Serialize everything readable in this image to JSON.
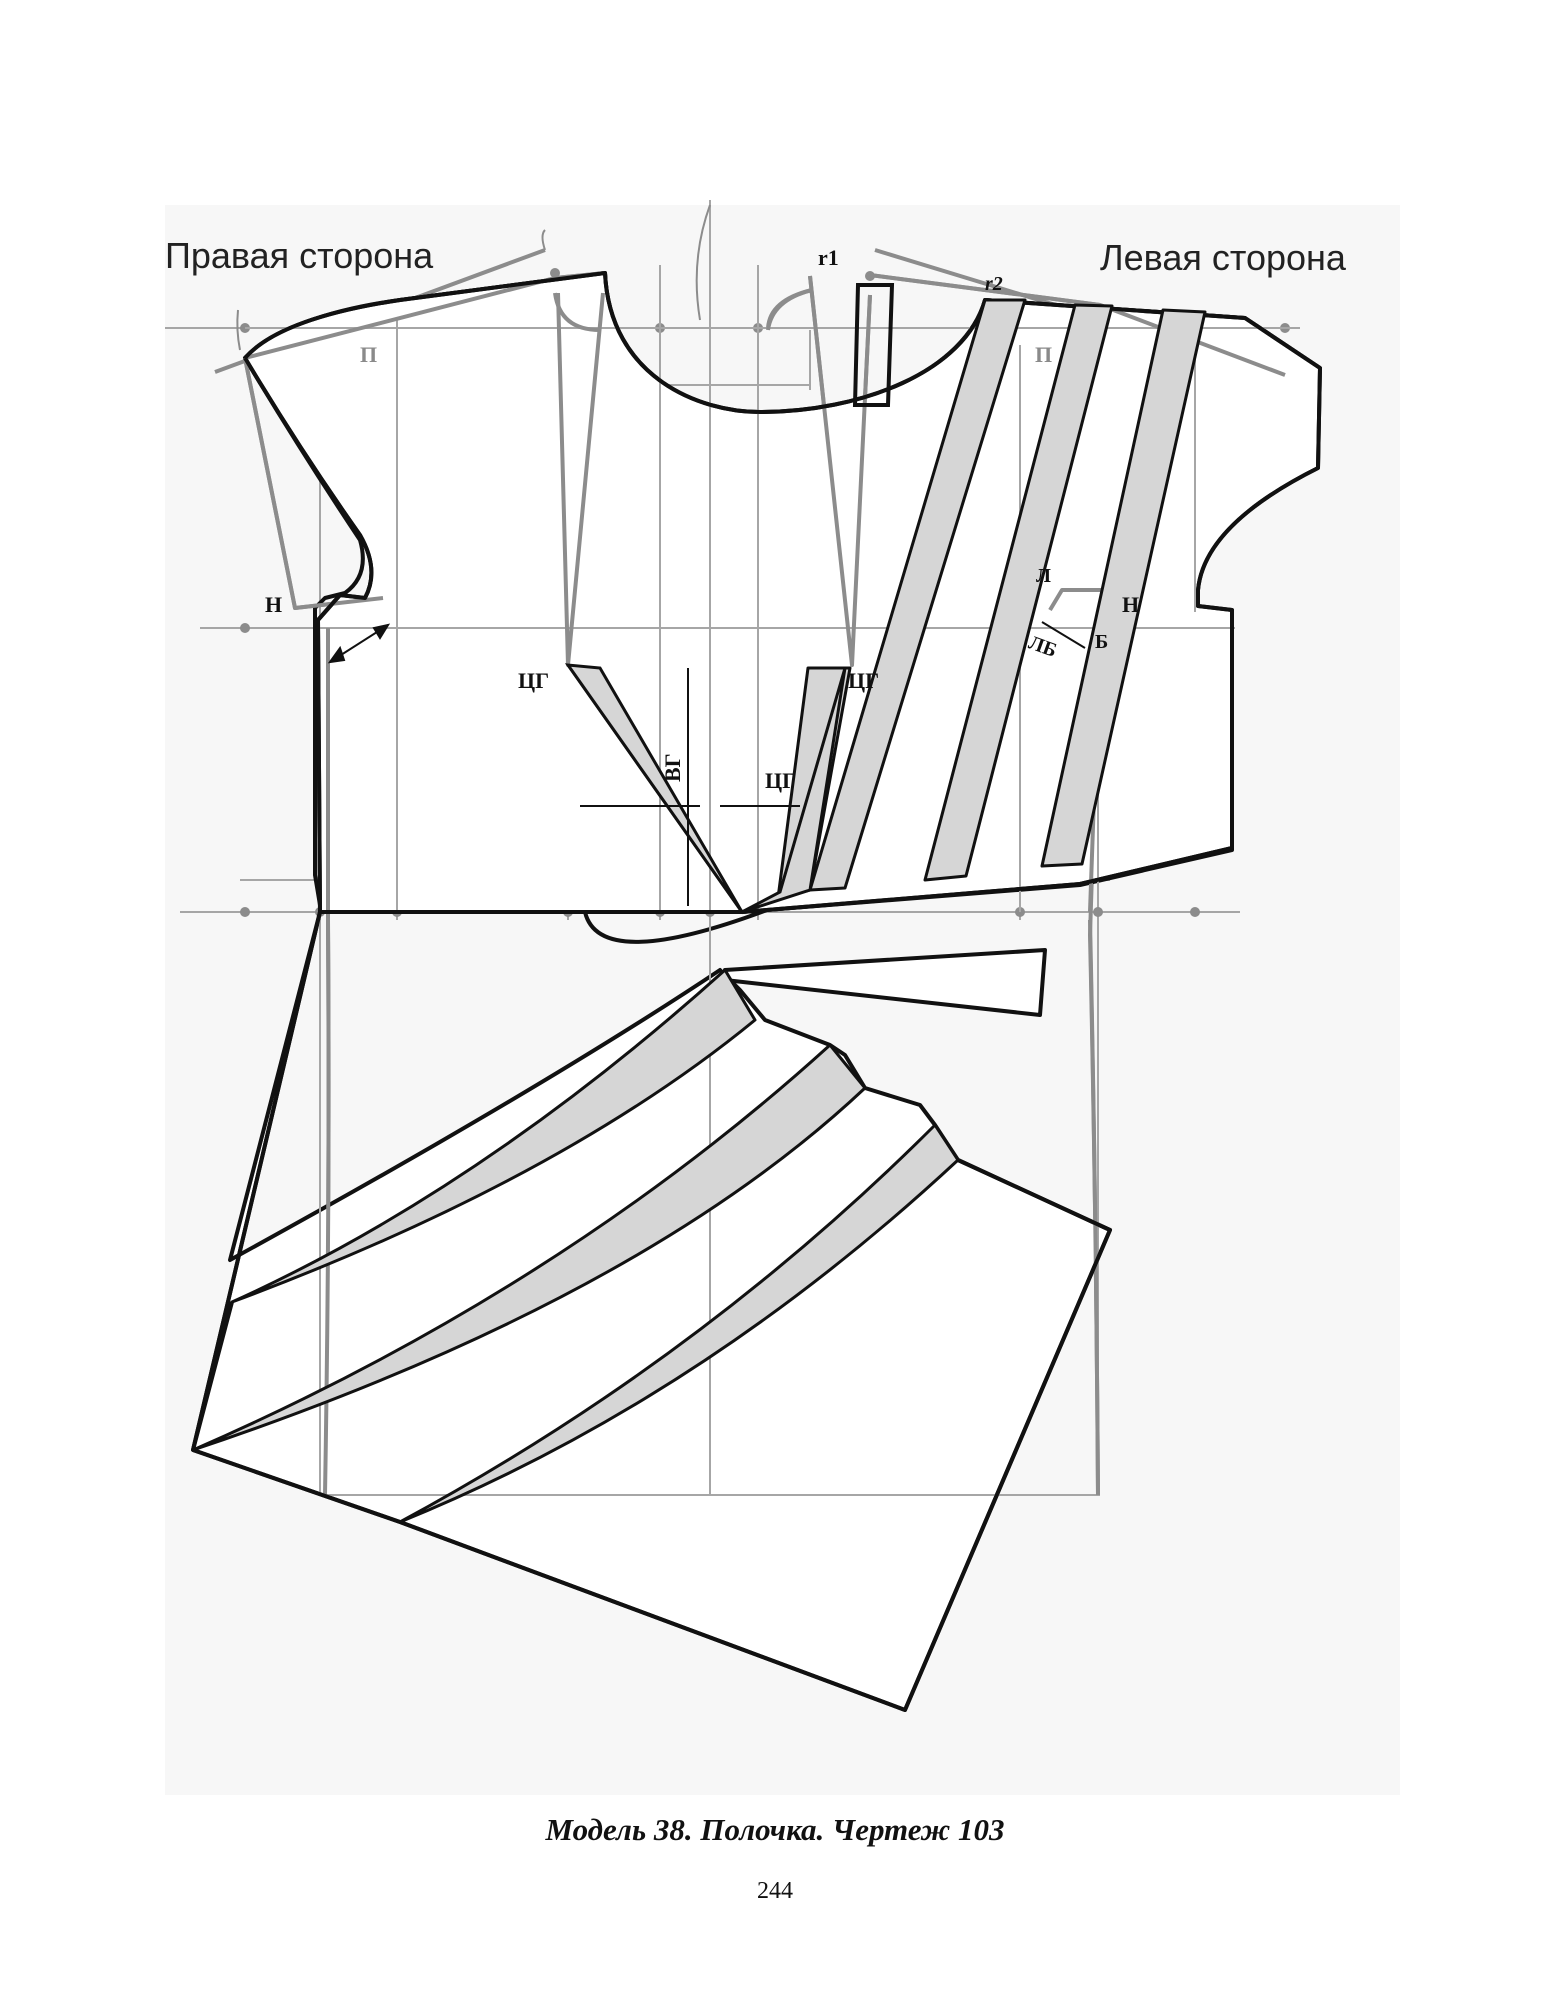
{
  "labels": {
    "right_side": "Правая сторона",
    "left_side": "Левая сторона",
    "r1": "r1",
    "r2": "r2",
    "p_right": "П",
    "p_left": "П",
    "n_right": "Н",
    "n_left": "Н",
    "l": "Л",
    "lb": "ЛБ",
    "b": "Б",
    "cg_left": "ЦГ",
    "cg_right": "ЦГ",
    "cg_mid": "ЦГ",
    "vg": "ВГ"
  },
  "caption": "Модель 38. Полочка. Чертеж 103",
  "page_number": "244",
  "colors": {
    "outline": "#111111",
    "construction": "#8c8c8c",
    "grid": "#a6a6a6",
    "fold_fill": "#d6d6d6"
  }
}
